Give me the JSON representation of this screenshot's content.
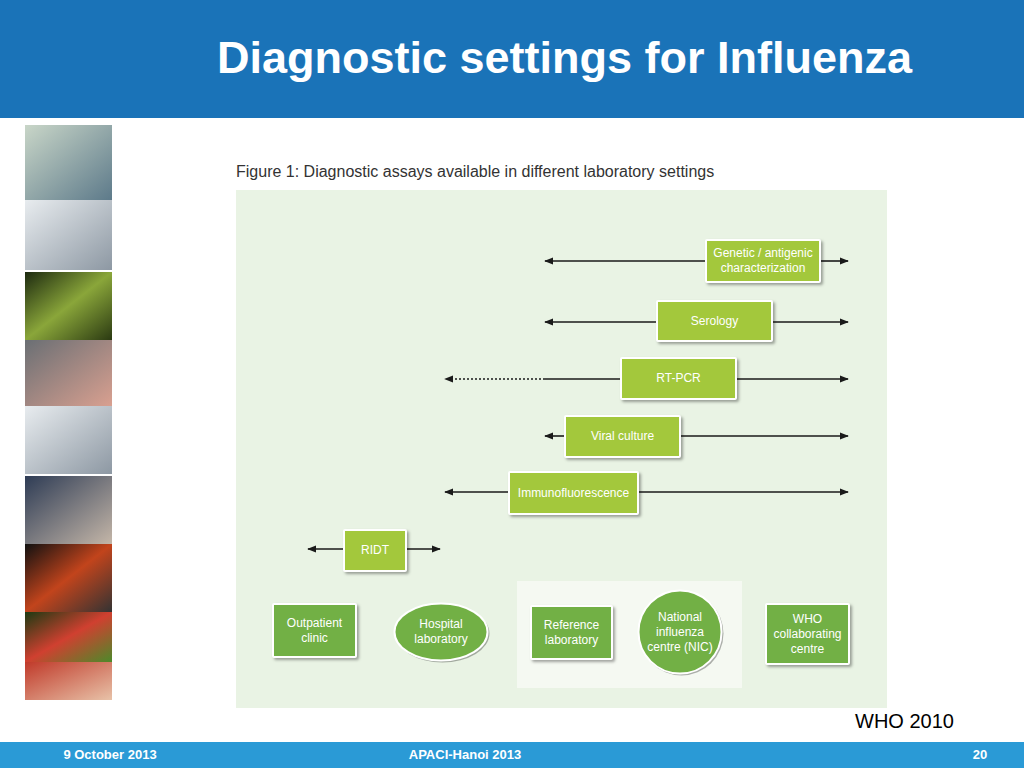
{
  "diagram": {
    "title": "Diagnostic settings for Influenza",
    "caption": "Figure 1: Diagnostic assays available in different laboratory settings",
    "nodes": [
      {
        "text": [
          "Genetic / antigenic characterization"
        ]
      },
      {
        "text": [
          "Serology"
        ]
      },
      {
        "text": [
          "RT-PCR"
        ]
      },
      {
        "text": [
          "Viral culture"
        ]
      },
      {
        "text": [
          "Immunofluorescence"
        ]
      },
      {
        "text": [
          "RIDT"
        ]
      },
      {
        "text": [
          "Outpatient clinic"
        ]
      },
      {
        "text": [
          "Hospital laboratory"
        ]
      },
      {
        "text": [
          "Reference laboratory"
        ]
      },
      {
        "text": [
          "National influenza centre (NIC)"
        ]
      },
      {
        "text": [
          "WHO collaborating centre"
        ]
      }
    ],
    "labels": [
      "WHO 2010",
      "9 October 2013",
      "APACI-Hanoi 2013",
      "20"
    ]
  }
}
